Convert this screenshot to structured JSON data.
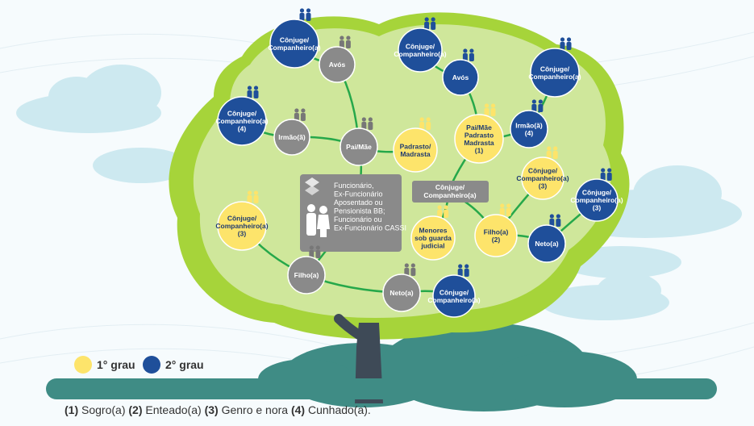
{
  "colors": {
    "first_degree": "#fde46b",
    "second_degree": "#1f4f9a",
    "gray": "#8a8a8a",
    "line": "#26a84a",
    "tree_outer": "#a6d43a",
    "tree_inner": "#cfe79b",
    "ground": "#3f8c85",
    "cloud": "#cde9f0"
  },
  "center": {
    "lines": [
      "Funcionário,",
      "Ex-Funcionário",
      "Aposentado ou",
      "Pensionista BB;",
      "Funcionário ou",
      "Ex-Funcionário CASSI"
    ]
  },
  "nodes": {
    "conjuge_center": [
      "Cônjuge/",
      "Companheiro(a)"
    ],
    "pai_mae": [
      "Pai/Mãe"
    ],
    "avos_left": [
      "Avós"
    ],
    "conjuge_avos_left": [
      "Cônjuge/",
      "Companheiro(a)"
    ],
    "irmao_left": [
      "Irmão(ã)"
    ],
    "conjuge_4_left": [
      "Cônjuge/",
      "Companheiro(a)",
      "(4)"
    ],
    "padrasto": [
      "Padrasto/",
      "Madrasta"
    ],
    "pai_mae_right": [
      "Pai/Mãe",
      "Padrasto",
      "Madrasta",
      "(1)"
    ],
    "avos_right": [
      "Avós"
    ],
    "conjuge_avos_right": [
      "Cônjuge/",
      "Companheiro(a)"
    ],
    "irmao_right": [
      "Irmão(ã)",
      "(4)"
    ],
    "conjuge_irmao_right": [
      "Cônjuge/",
      "Companheiro(a)"
    ],
    "conjuge_3_right": [
      "Cônjuge/",
      "Companheiro(a)",
      "(3)"
    ],
    "filho_right": [
      "Filho(a)",
      "(2)"
    ],
    "neto_right": [
      "Neto(a)"
    ],
    "conjuge_neto_right": [
      "Cônjuge/",
      "Companheiro(a)",
      "(3)"
    ],
    "menores": [
      "Menores",
      "sob guarda",
      "judicial"
    ],
    "conjuge_3_left": [
      "Cônjuge/",
      "Companheiro(a)",
      "(3)"
    ],
    "filho_left": [
      "Filho(a)"
    ],
    "neto_left": [
      "Neto(a)"
    ],
    "conjuge_neto_left": [
      "Cônjuge/",
      "Companheiro(a)"
    ]
  },
  "legend": {
    "first": "1° grau",
    "second": "2° grau"
  },
  "footnote": [
    {
      "num": "(1)",
      "text": "Sogro(a)"
    },
    {
      "num": "(2)",
      "text": "Enteado(a)"
    },
    {
      "num": "(3)",
      "text": "Genro e nora"
    },
    {
      "num": "(4)",
      "text": "Cunhado(a)."
    }
  ]
}
